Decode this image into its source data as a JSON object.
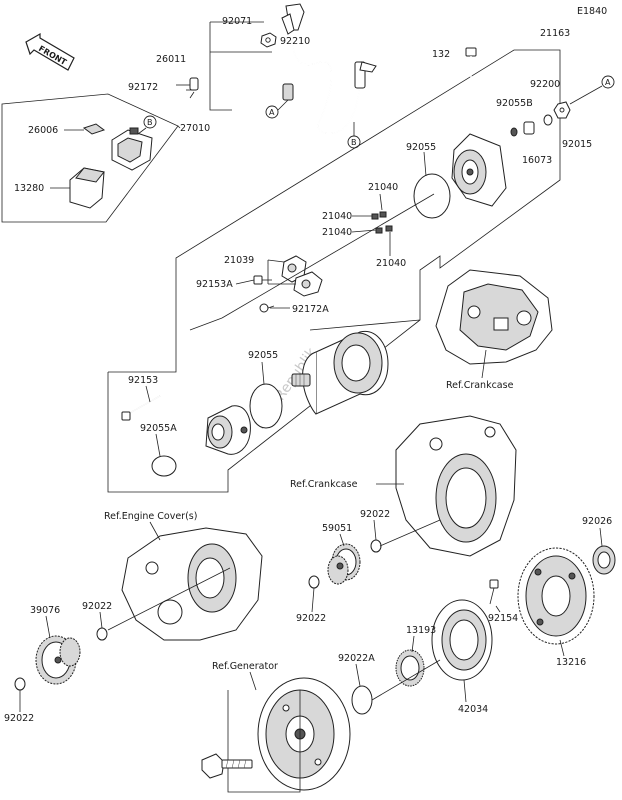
{
  "diagram_code": "E1840",
  "front_label": "FRONT",
  "watermark": "PartsRepublik",
  "callout_letters": {
    "a": "A",
    "b": "B"
  },
  "part_numbers": {
    "p92071": "92071",
    "p92210": "92210",
    "p26011": "26011",
    "p92172": "92172",
    "p27010": "27010",
    "p26006": "26006",
    "p13280": "13280",
    "p132": "132",
    "p21163": "21163",
    "p92200": "92200",
    "p92055B": "92055B",
    "p16073": "16073",
    "p92015": "92015",
    "p92055": "92055",
    "p21040_a": "21040",
    "p21040_b": "21040",
    "p21040_c": "21040",
    "p21040_d": "21040",
    "p21039": "21039",
    "p92153A": "92153A",
    "p92172A": "92172A",
    "p92055_2": "92055",
    "p92153": "92153",
    "p92055A": "92055A",
    "p59051": "59051",
    "p92022_a": "92022",
    "p92022_b": "92022",
    "p92022_c": "92022",
    "p92022_d": "92022",
    "p92022A": "92022A",
    "p92026": "92026",
    "p39076": "39076",
    "p13193": "13193",
    "p92154": "92154",
    "p13216": "13216",
    "p42034": "42034"
  },
  "references": {
    "crankcase_1": "Ref.Crankcase",
    "crankcase_2": "Ref.Crankcase",
    "engine_cover": "Ref.Engine Cover(s)",
    "generator": "Ref.Generator"
  }
}
